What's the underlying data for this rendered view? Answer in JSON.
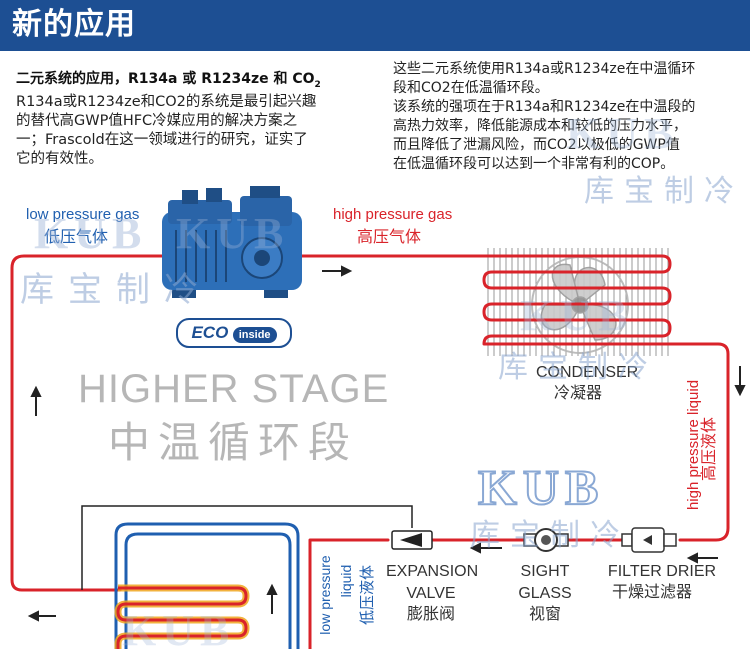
{
  "header": {
    "title": "新的应用"
  },
  "intro": {
    "subtitle_main": "二元系统的应用，R134a 或 R1234ze 和 CO",
    "subtitle_sub": "2",
    "left_lines": [
      "R134a或R1234ze和CO2的系统是最引起兴趣",
      "的替代高GWP值HFC冷媒应用的解决方案之",
      "一；Frascold在这一领域进行的研究，证实了",
      "它的有效性。"
    ],
    "right_lines": [
      "这些二元系统使用R134a或R1234ze在中温循环",
      "段和CO2在低温循环段。",
      "该系统的强项在于R134a和R1234ze在中温段的",
      "高热力效率，降低能源成本和较低的压力水平，",
      "而且降低了泄漏风险，而CO2以极低的GWP值",
      "在低温循环段可以达到一个非常有利的COP。"
    ]
  },
  "labels": {
    "low_pressure_gas_en": "low pressure gas",
    "low_pressure_gas_cn": "低压气体",
    "high_pressure_gas_en": "high pressure gas",
    "high_pressure_gas_cn": "高压气体",
    "condenser_en": "CONDENSER",
    "condenser_cn": "冷凝器",
    "high_pressure_liquid_en": "high pressure liquid",
    "high_pressure_liquid_cn": "高压液体",
    "filter_en": "FILTER DRIER",
    "filter_cn": "干燥过滤器",
    "sight_en_1": "SIGHT",
    "sight_en_2": "GLASS",
    "sight_cn": "视窗",
    "expansion_en_1": "EXPANSION",
    "expansion_en_2": "VALVE",
    "expansion_cn": "膨胀阀",
    "low_pressure_liquid_en_1": "low pressure",
    "low_pressure_liquid_en_2": "liquid",
    "low_pressure_liquid_cn": "低压液体",
    "stage_en": "HIGHER STAGE",
    "stage_cn": "中温循环段",
    "eco_badge_1": "ECO",
    "eco_badge_2": "inside"
  },
  "watermarks": {
    "brand_cn": "库宝制冷",
    "brand_logo": "KUB"
  },
  "colors": {
    "header_bg": "#1d4f93",
    "hot_pipe": "#d9232a",
    "cold_pipe": "#1f5fb0",
    "compressor": "#2d6fb8"
  }
}
